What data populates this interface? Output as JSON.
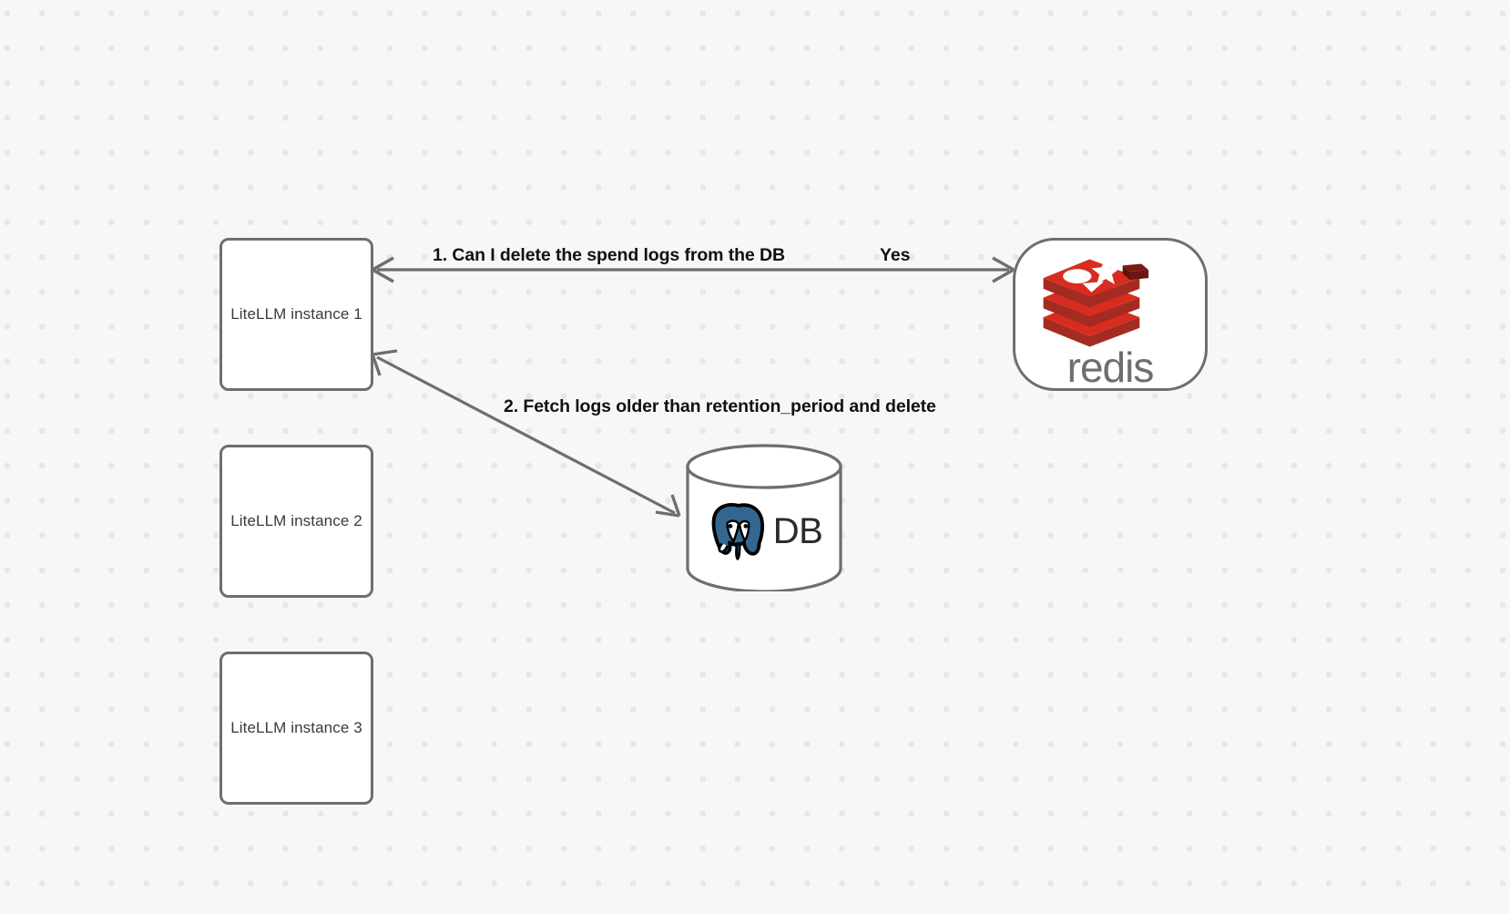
{
  "diagram": {
    "title": "LiteLLM spend log deletion flow",
    "background_color": "#f7f7f7",
    "dot_color": "#e6e7e8",
    "stroke_color": "#6d6e71",
    "nodes": [
      {
        "id": "instance-1",
        "label": "LiteLLM instance 1",
        "shape": "rounded-rect"
      },
      {
        "id": "instance-2",
        "label": "LiteLLM instance 2",
        "shape": "rounded-rect"
      },
      {
        "id": "instance-3",
        "label": "LiteLLM instance 3",
        "shape": "rounded-rect"
      },
      {
        "id": "redis",
        "label": "redis",
        "shape": "stadium",
        "logo": "redis-logo",
        "logo_color": "#d82c20",
        "wordmark_color": "#6d6e71"
      },
      {
        "id": "database",
        "label": "DB",
        "shape": "cylinder",
        "logo": "postgresql-elephant-icon",
        "logo_color": "#336791"
      }
    ],
    "edges": [
      {
        "id": "edge-1",
        "from": "instance-1",
        "to": "redis",
        "label": "1.  Can I delete the spend logs from the DB",
        "direction": "both"
      },
      {
        "id": "edge-2",
        "from": "redis",
        "to": "instance-1",
        "label": "Yes",
        "direction": "forward"
      },
      {
        "id": "edge-3",
        "from": "database",
        "to": "instance-1",
        "label": "2.  Fetch logs older than retention_period and delete",
        "direction": "both"
      }
    ],
    "labels": {
      "step_1": "1.  Can I delete the spend logs from the DB",
      "yes": "Yes",
      "step_2": "2.  Fetch logs older than retention_period and delete",
      "db_text": "DB",
      "redis_wordmark": "redis"
    }
  }
}
